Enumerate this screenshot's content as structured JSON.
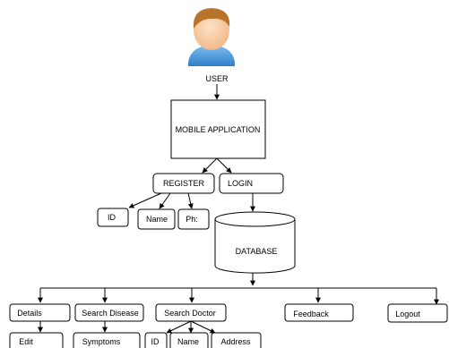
{
  "user_label": "USER",
  "app_label": "MOBILE APPLICATION",
  "register_label": "REGISTER",
  "login_label": "LOGIN",
  "reg_id_label": "ID",
  "reg_name_label": "Name",
  "reg_phone_label": "Ph:",
  "database_label": "DATABASE",
  "details_label": "Details",
  "search_disease_label": "Search Disease",
  "search_doctor_label": "Search Doctor",
  "feedback_label": "Feedback",
  "logout_label": "Logout",
  "edit_label": "Edit",
  "symptoms_label": "Symptoms",
  "doc_id_label": "ID",
  "doc_name_label": "Name",
  "doc_address_label": "Address",
  "user_icon": "user-avatar-icon"
}
